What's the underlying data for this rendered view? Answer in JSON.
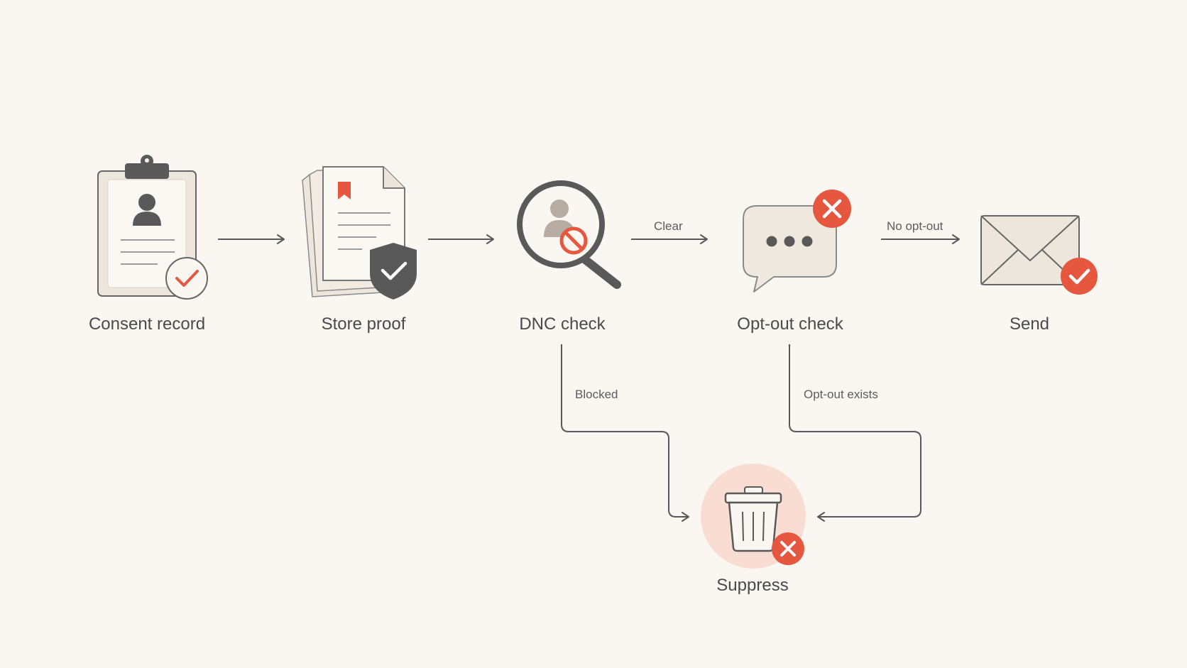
{
  "colors": {
    "background": "#faf7f3",
    "line": "#585858",
    "dark_icon": "#595959",
    "accent": "#e5573f",
    "paper": "#f3ede5",
    "paper_stroke": "#6e6e6e",
    "suppress_halo": "#f9ddd3"
  },
  "nodes": {
    "consent": {
      "label": "Consent record",
      "icon": "clipboard-user-check-icon"
    },
    "store": {
      "label": "Store proof",
      "icon": "documents-shield-icon"
    },
    "dnc": {
      "label": "DNC check",
      "icon": "magnifier-blocked-user-icon"
    },
    "optout": {
      "label": "Opt-out check",
      "icon": "chat-bubble-x-icon"
    },
    "send": {
      "label": "Send",
      "icon": "envelope-check-icon"
    },
    "suppress": {
      "label": "Suppress",
      "icon": "trash-x-icon"
    }
  },
  "edges": {
    "consent_to_store": {
      "label": ""
    },
    "store_to_dnc": {
      "label": ""
    },
    "dnc_to_optout": {
      "label": "Clear"
    },
    "optout_to_send": {
      "label": "No opt-out"
    },
    "dnc_to_suppress": {
      "label": "Blocked"
    },
    "optout_to_suppress": {
      "label": "Opt-out exists"
    }
  }
}
